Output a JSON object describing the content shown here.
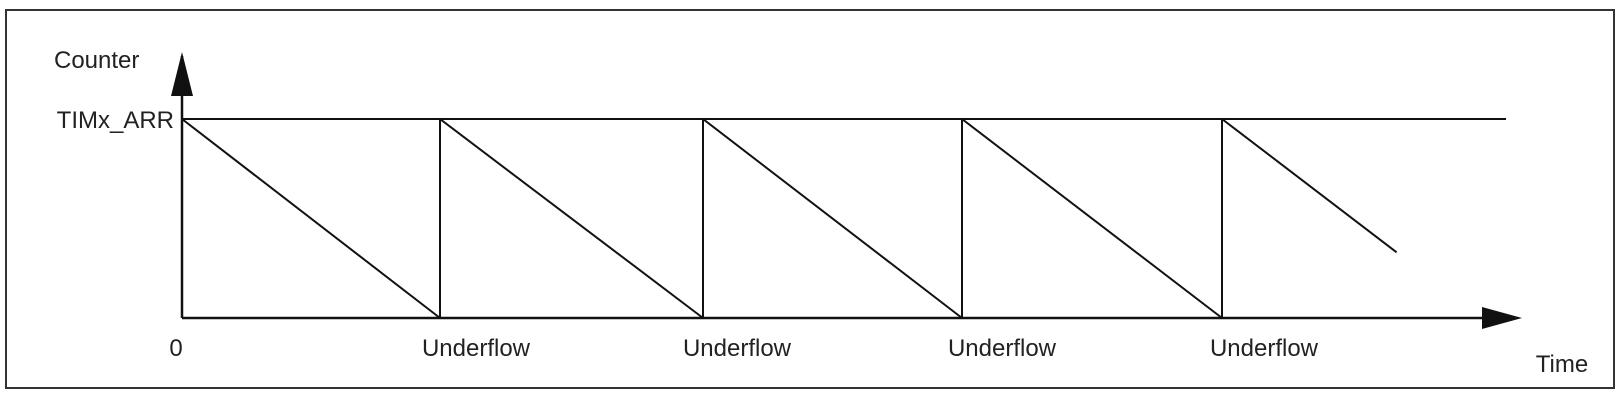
{
  "diagram": {
    "y_axis_label": "Counter",
    "x_axis_label": "Time",
    "top_level_label": "TIMx_ARR",
    "origin_label": "0",
    "underflow_labels": [
      "Underflow",
      "Underflow",
      "Underflow",
      "Underflow"
    ],
    "counter_mode": "downcounting",
    "full_periods": 4,
    "partial_final_ramp_fraction": 0.67,
    "colors": {
      "line": "#111111",
      "frame": "#333333",
      "text": "#222222"
    }
  }
}
